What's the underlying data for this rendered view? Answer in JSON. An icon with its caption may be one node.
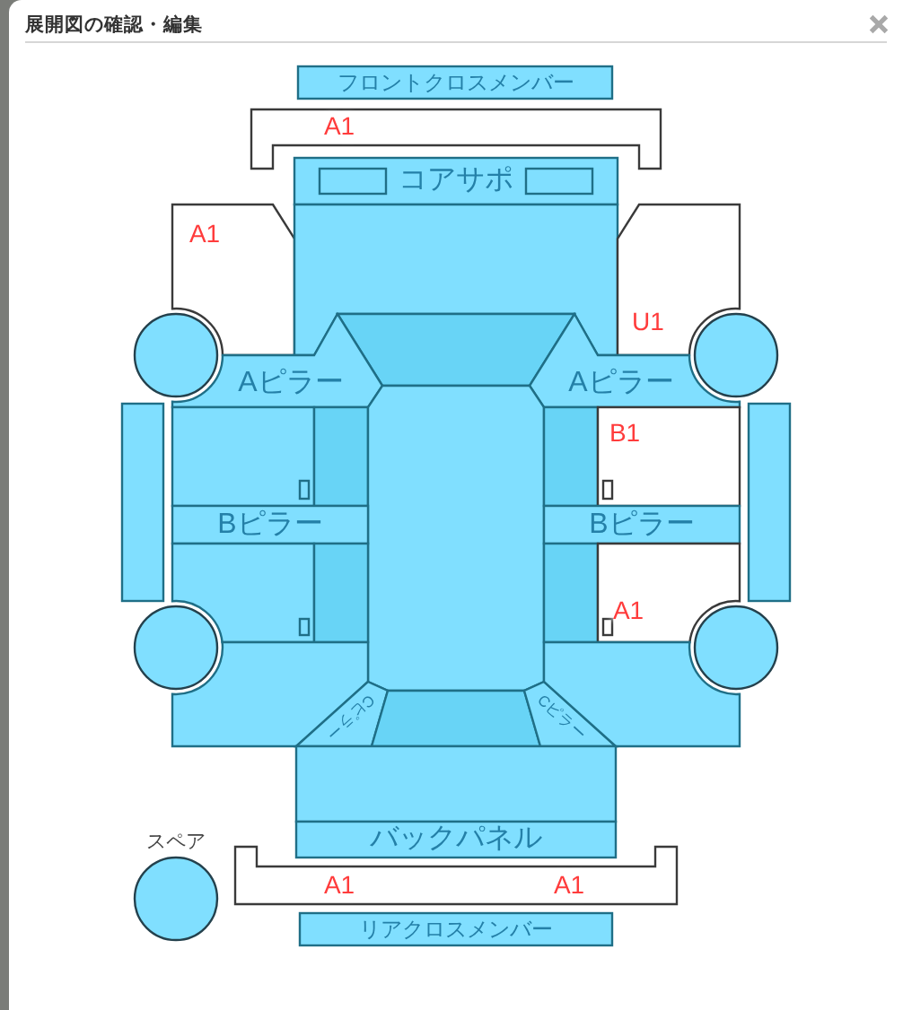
{
  "diagram": {
    "title": "展開図の確認・編集",
    "nodes": [
      {
        "text": [
          "フロントクロスメンバー"
        ]
      },
      {
        "text": [
          "A1"
        ]
      },
      {
        "text": [
          "コアサポ"
        ]
      },
      {
        "text": [],
        "shape": "box",
        "in": 2
      },
      {
        "text": [],
        "shape": "box",
        "in": 2
      },
      {
        "text": [
          "A1"
        ]
      },
      {
        "text": [],
        "shape": "polygon"
      },
      {
        "text": [
          "U1"
        ]
      },
      {
        "text": [],
        "shape": "circle"
      },
      {
        "text": [],
        "shape": "trapezoid"
      },
      {
        "text": [],
        "shape": "circle"
      },
      {
        "text": [
          "Aピラー"
        ]
      },
      {
        "text": [
          "Aピラー"
        ]
      },
      {
        "text": [],
        "shape": "bar"
      },
      {
        "text": [],
        "shape": "box"
      },
      {
        "text": [],
        "shape": "box",
        "in": 14
      },
      {
        "text": [],
        "shape": "box"
      },
      {
        "text": [],
        "shape": "polygon"
      },
      {
        "text": [],
        "shape": "box"
      },
      {
        "text": [
          "B1"
        ]
      },
      {
        "text": [],
        "shape": "box",
        "in": 19
      },
      {
        "text": [],
        "shape": "bar"
      },
      {
        "text": [
          "Bピラー"
        ]
      },
      {
        "text": [
          "Bピラー"
        ]
      },
      {
        "text": [],
        "shape": "box"
      },
      {
        "text": [],
        "shape": "box",
        "in": 24
      },
      {
        "text": [],
        "shape": "box"
      },
      {
        "text": [],
        "shape": "box"
      },
      {
        "text": [
          "A1"
        ]
      },
      {
        "text": [],
        "shape": "box",
        "in": 28
      },
      {
        "text": [],
        "shape": "circle"
      },
      {
        "text": [],
        "shape": "circle"
      },
      {
        "text": [],
        "shape": "polygon"
      },
      {
        "text": [
          "Cピラー"
        ]
      },
      {
        "text": [],
        "shape": "trapezoid"
      },
      {
        "text": [
          "Cピラー"
        ]
      },
      {
        "text": [],
        "shape": "polygon"
      },
      {
        "text": [],
        "shape": "box"
      },
      {
        "text": [
          "バックパネル"
        ]
      },
      {
        "text": [
          "スペア"
        ]
      },
      {
        "text": [
          "A1",
          "A1"
        ]
      },
      {
        "text": [
          "リアクロスメンバー"
        ]
      }
    ]
  }
}
